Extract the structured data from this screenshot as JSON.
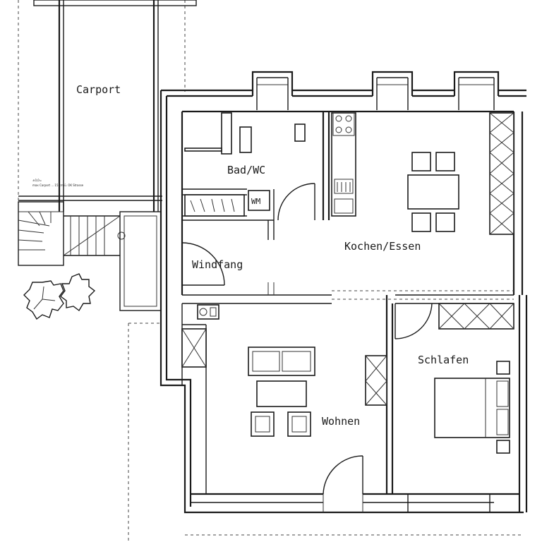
{
  "rooms": {
    "carport": "Carport",
    "bad_wc": "Bad/WC",
    "kochen_essen": "Kochen/Essen",
    "windfang": "Windfang",
    "wohnen": "Wohnen",
    "schlafen": "Schlafen"
  },
  "fixtures": {
    "wm": "WM"
  },
  "notes": {
    "carport_note_1": "±0,0=",
    "carport_note_2": "max Carport ... 15 cm ü. OK Strasse"
  }
}
